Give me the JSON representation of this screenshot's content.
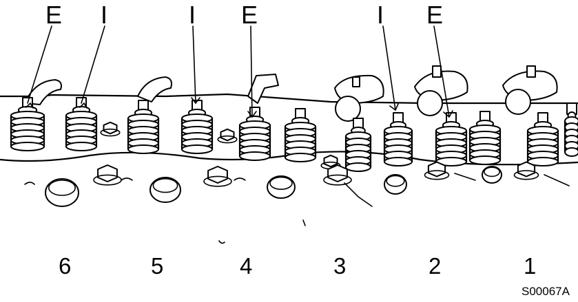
{
  "valve_labels": [
    "E",
    "I",
    "I",
    "E",
    "I",
    "E"
  ],
  "cylinder_numbers": [
    "6",
    "5",
    "4",
    "3",
    "2",
    "1"
  ],
  "figure_ref": "S00067A"
}
